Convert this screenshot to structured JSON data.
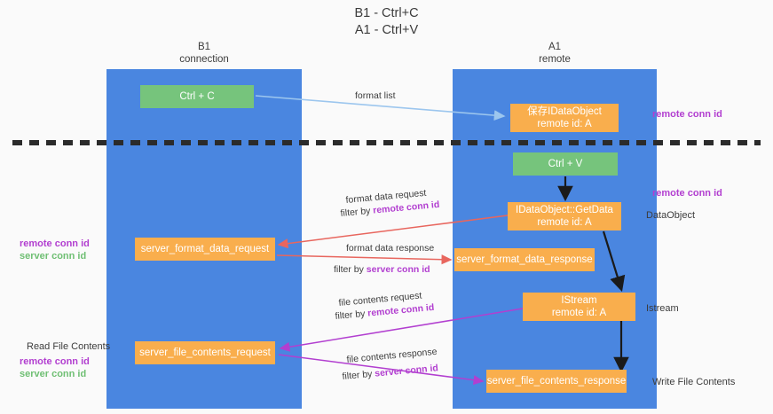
{
  "title": {
    "line1": "B1 - Ctrl+C",
    "line2": "A1 - Ctrl+V"
  },
  "columns": {
    "left": {
      "name": "B1",
      "role": "connection"
    },
    "right": {
      "name": "A1",
      "role": "remote"
    }
  },
  "boxes": {
    "ctrl_c": {
      "label": "Ctrl + C",
      "color": "#76c47c"
    },
    "save_idataobject": {
      "label": "保存IDataObject",
      "sub": "remote id: A",
      "color": "#f9ae4d"
    },
    "ctrl_v": {
      "label": "Ctrl + V",
      "color": "#76c47c"
    },
    "getdata": {
      "label": "IDataObject::GetData",
      "sub": "remote id: A",
      "color": "#f9ae4d"
    },
    "server_format_data_request": {
      "label": "server_format_data_request",
      "color": "#f9ae4d"
    },
    "server_format_data_response": {
      "label": "server_format_data_response",
      "color": "#f9ae4d"
    },
    "istream": {
      "label": "IStream",
      "sub": "remote id: A",
      "color": "#f9ae4d"
    },
    "server_file_contents_request": {
      "label": "server_file_contents_request",
      "color": "#f9ae4d"
    },
    "server_file_contents_response": {
      "label": "server_file_contents_response",
      "color": "#f9ae4d"
    }
  },
  "edges": {
    "format_list": "format list",
    "format_data_request": "format data request",
    "format_data_request_filter_prefix": "filter by ",
    "format_data_request_filter_key": "remote conn id",
    "format_data_response": "format data response",
    "format_data_response_filter_prefix": "filter by ",
    "format_data_response_filter_key": "server conn id",
    "file_contents_request": "file contents request",
    "file_contents_request_filter_prefix": "filter by ",
    "file_contents_request_filter_key": "remote conn id",
    "file_contents_response": "file contents response",
    "file_contents_response_filter_prefix": "filter by ",
    "file_contents_response_filter_key": "server conn id"
  },
  "annotations": {
    "right_remote_conn_id_top": "remote conn id",
    "right_remote_conn_id_mid": "remote conn id",
    "right_dataobject": "DataObject",
    "right_istream": "Istream",
    "right_write_file_contents": "Write File Contents",
    "left_remote_conn_id": "remote conn id",
    "left_server_conn_id": "server conn id",
    "left_read_file_contents": "Read File Contents",
    "left_remote_conn_id_2": "remote conn id",
    "left_server_conn_id_2": "server conn id"
  },
  "colors": {
    "lane": "#4a86e0",
    "green_box": "#76c47c",
    "orange_box": "#f9ae4d",
    "purple_text": "#b23fd0",
    "green_text": "#6fbf73",
    "arrow_blue": "#9cc6ee",
    "arrow_red": "#e8665e",
    "arrow_purple": "#b23fd0",
    "arrow_black": "#1a1a1a",
    "background": "#fafafa",
    "divider": "#2b2b2b"
  }
}
